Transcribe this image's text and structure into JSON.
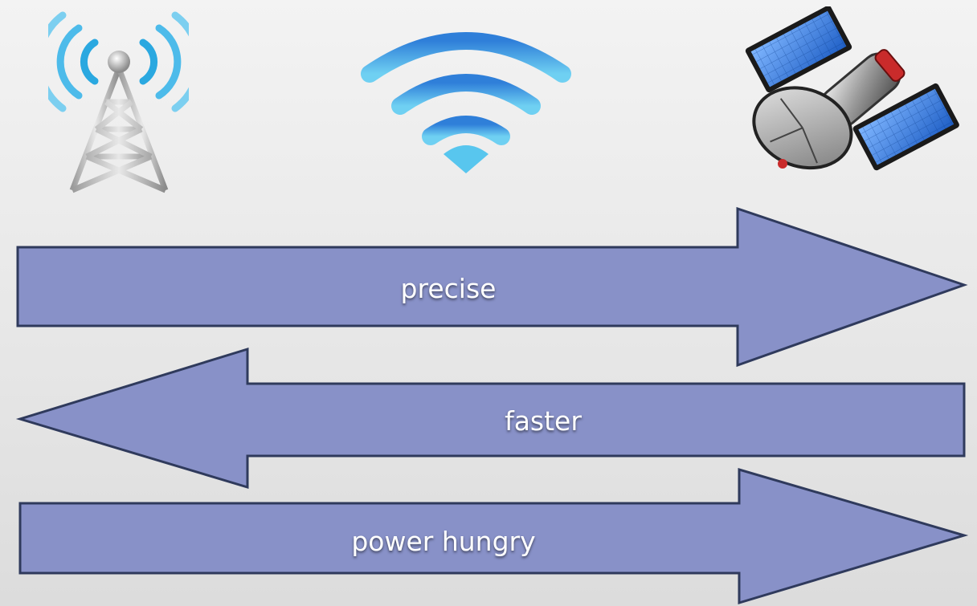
{
  "icons": {
    "left": "cell-tower-icon",
    "middle": "wifi-icon",
    "right": "satellite-icon"
  },
  "colors": {
    "arrow_fill": "#8891c8",
    "arrow_stroke": "#2f3a5c",
    "wifi_blue": "#3d8fe0",
    "tower_signal": "#2aa8e0",
    "solar_panel": "#2a74d6",
    "label_text": "#ffffff"
  },
  "arrows": [
    {
      "label": "precise",
      "direction": "right"
    },
    {
      "label": "faster",
      "direction": "left"
    },
    {
      "label": "power hungry",
      "direction": "right"
    }
  ]
}
